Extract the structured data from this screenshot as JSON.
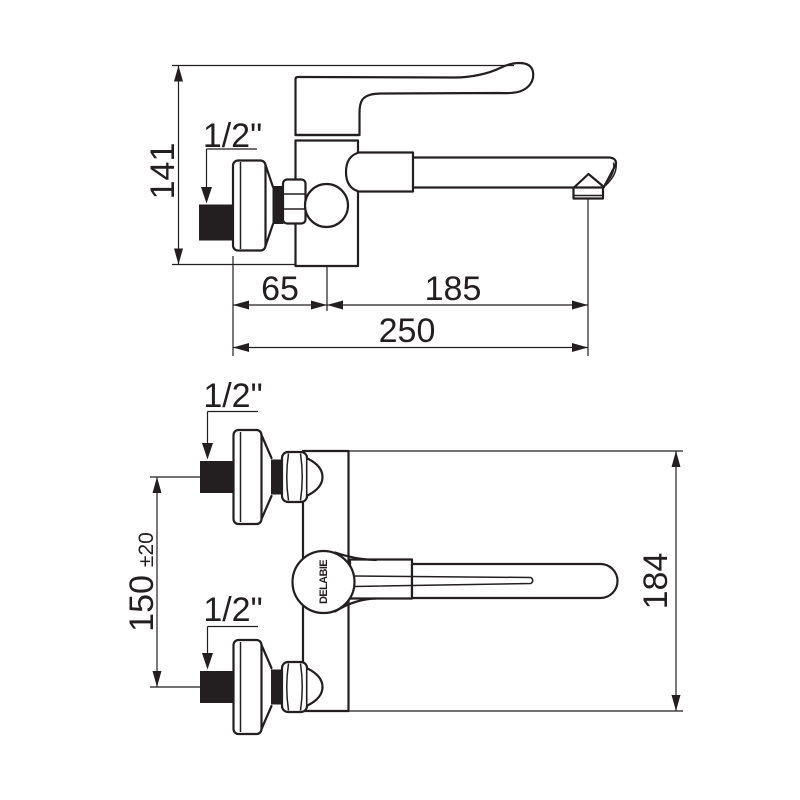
{
  "page": {
    "background": "#ffffff",
    "line_color": "#231f20",
    "description": "Technical dimension drawing of a DELABIE wall-mounted mixer tap: side view above, plan view below"
  },
  "brand": "DELABIE",
  "side_view": {
    "dims": {
      "height": "141",
      "inlet": "1/2\"",
      "wall_to_body": "65",
      "body_to_spout": "185",
      "total": "250"
    }
  },
  "plan_view": {
    "dims": {
      "inlet_top": "1/2\"",
      "inlet_bottom": "1/2\"",
      "centres": "150",
      "tolerance": "±20",
      "overall": "184"
    }
  }
}
